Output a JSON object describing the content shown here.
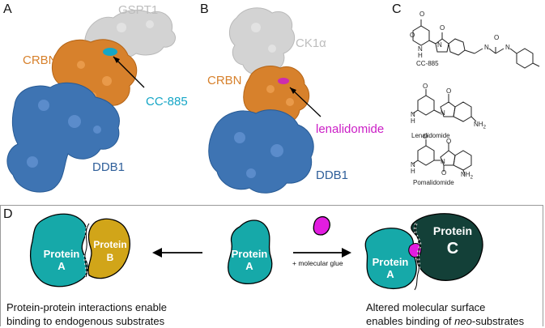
{
  "panels": {
    "a": "A",
    "b": "B",
    "c": "C",
    "d": "D"
  },
  "structure_a": {
    "gspt1": "GSPT1",
    "crbn": "CRBN",
    "drug": "CC-885",
    "ddb1": "DDB1"
  },
  "structure_b": {
    "ck1a": "CK1α",
    "crbn": "CRBN",
    "drug": "lenalidomide",
    "ddb1": "DDB1"
  },
  "compounds": [
    "CC-885",
    "Lenalidomide",
    "Pomalidomide"
  ],
  "chem_atoms": {
    "o": "O",
    "n": "N",
    "h": "H",
    "nh2": "NH",
    "nh2_sub": "2"
  },
  "mechanism": {
    "left_a_word": "Protein",
    "left_a_letter": "A",
    "left_b_word": "Protein",
    "left_b_letter": "B",
    "center_word": "Protein",
    "center_letter": "A",
    "glue_label": "+ molecular glue",
    "right_a_word": "Protein",
    "right_a_letter": "A",
    "right_c_word": "Protein",
    "right_c_letter": "C"
  },
  "captions": {
    "left_line1": "Protein-protein interactions enable",
    "left_line2": "binding to endogenous substrates",
    "right_line1": "Altered molecular surface",
    "right_line2_pre": "enables binding of ",
    "right_line2_em": "neo",
    "right_line2_post": "-substrates"
  },
  "colors": {
    "ddb1": "#3e74b3",
    "crbn": "#d7812c",
    "substrate_grey": "#d3d3d3",
    "cc885_cyan": "#15a6c6",
    "lenalidomide_magenta": "#cb1ec6",
    "protein_a_teal": "#16a9a9",
    "protein_b_gold": "#d1a519",
    "protein_c_dark": "#134038",
    "glue_magenta": "#e21de0"
  }
}
